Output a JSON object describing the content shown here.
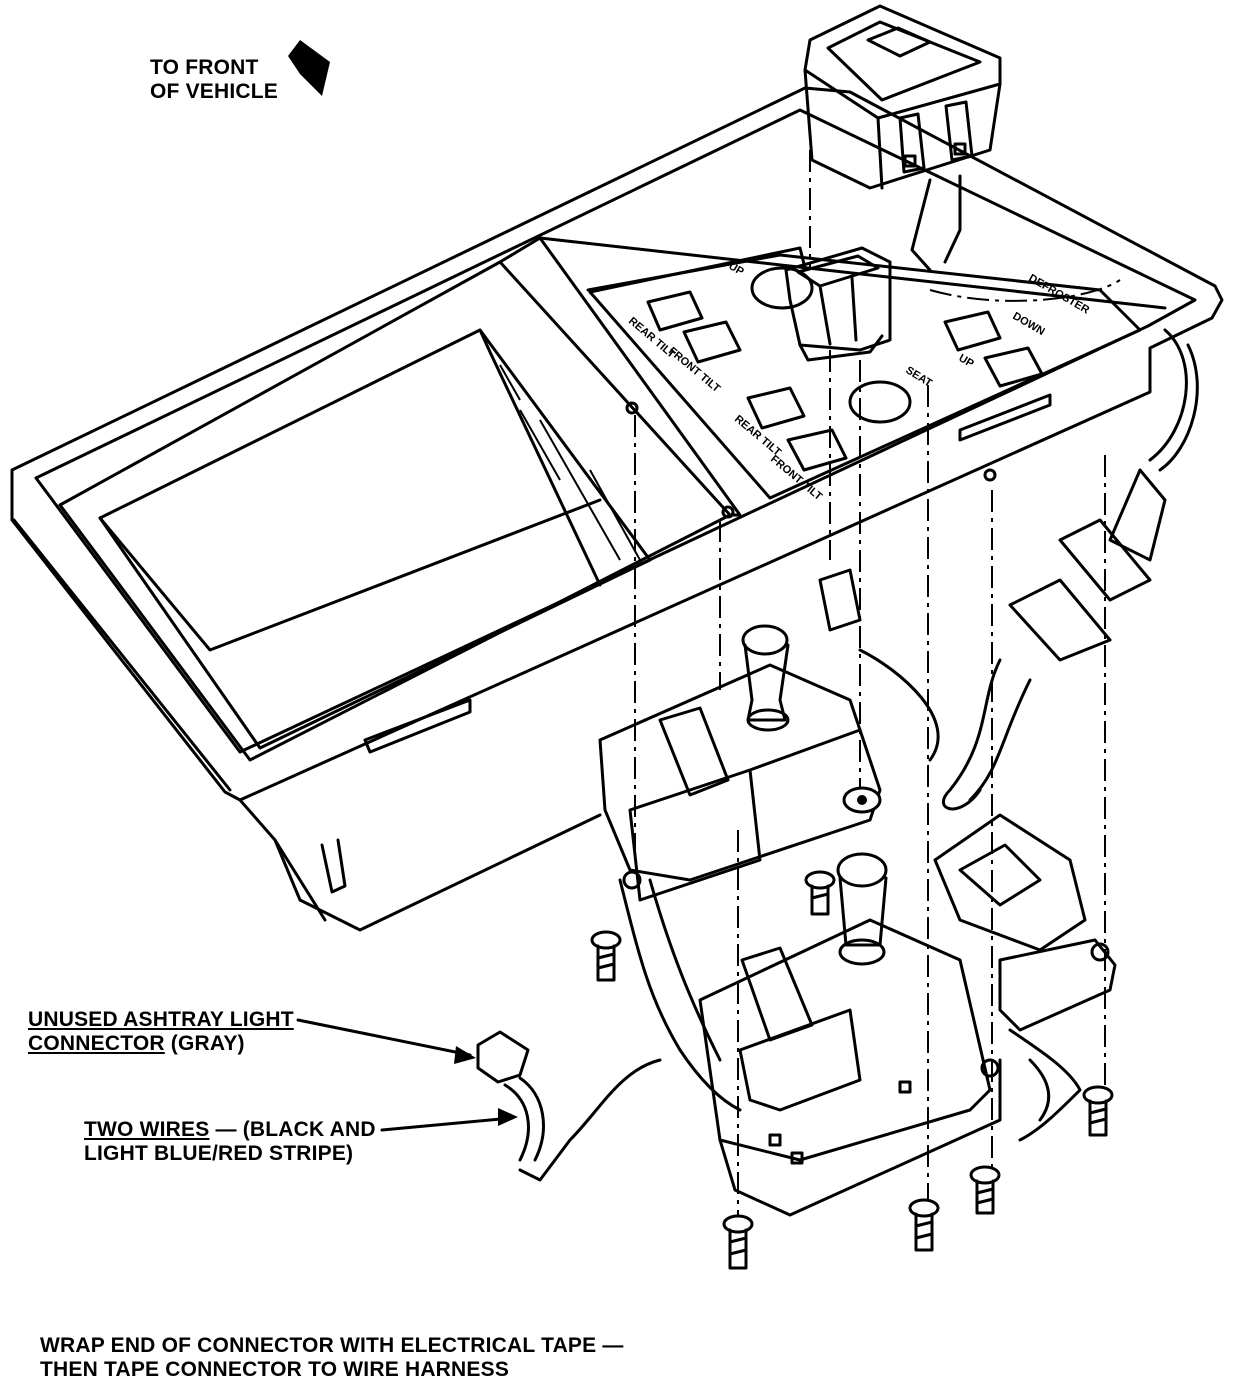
{
  "labels": {
    "front_line1": "TO FRONT",
    "front_line2": "OF VEHICLE",
    "ashtray_u1": "UNUSED ASHTRAY LIGHT",
    "ashtray_u2": "CONNECTOR",
    "ashtray_rest": " (GRAY)",
    "wires_u": "TWO WIRES",
    "wires_rest1": " — (BLACK AND",
    "wires_line2": "LIGHT BLUE/RED STRIPE)",
    "wrap_line1": "WRAP END OF CONNECTOR WITH ELECTRICAL TAPE —",
    "wrap_line2": "THEN TAPE CONNECTOR TO WIRE HARNESS"
  },
  "panel_marks": {
    "rear_tilt_a": "REAR TILT",
    "front_tilt_a": "FRONT TILT",
    "rear_tilt_b": "REAR TILT",
    "front_tilt_b": "FRONT TILT",
    "seat": "SEAT",
    "up_a": "UP",
    "up_b": "UP",
    "down": "DOWN",
    "defroster": "DEFROSTER"
  }
}
